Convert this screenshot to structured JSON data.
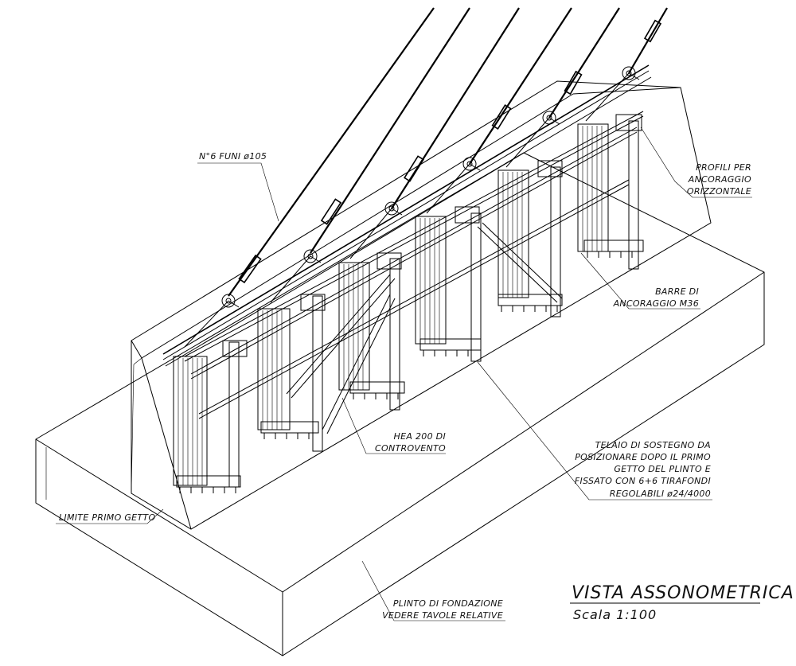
{
  "labels": {
    "funi": "N°6 FUNI ø105",
    "profili_1": "PROFILI PER",
    "profili_2": "ANCORAGGIO",
    "profili_3": "ORIZZONTALE",
    "barre_1": "BARRE DI",
    "barre_2": "ANCORAGGIO M36",
    "hea_1": "HEA 200 DI",
    "hea_2": "CONTROVENTO",
    "telaio_1": "TELAIO DI SOSTEGNO DA",
    "telaio_2": "POSIZIONARE DOPO IL PRIMO",
    "telaio_3": "GETTO DEL PLINTO E",
    "telaio_4": "FISSATO CON 6+6 TIRAFONDI",
    "telaio_5": "REGOLABILI ø24/4000",
    "limite": "LIMITE PRIMO GETTO",
    "plinto_1": "PLINTO DI FONDAZIONE",
    "plinto_2": "VEDERE TAVOLE RELATIVE"
  },
  "title": {
    "main": "VISTA ASSONOMETRICA",
    "scale": "Scala 1:100"
  }
}
